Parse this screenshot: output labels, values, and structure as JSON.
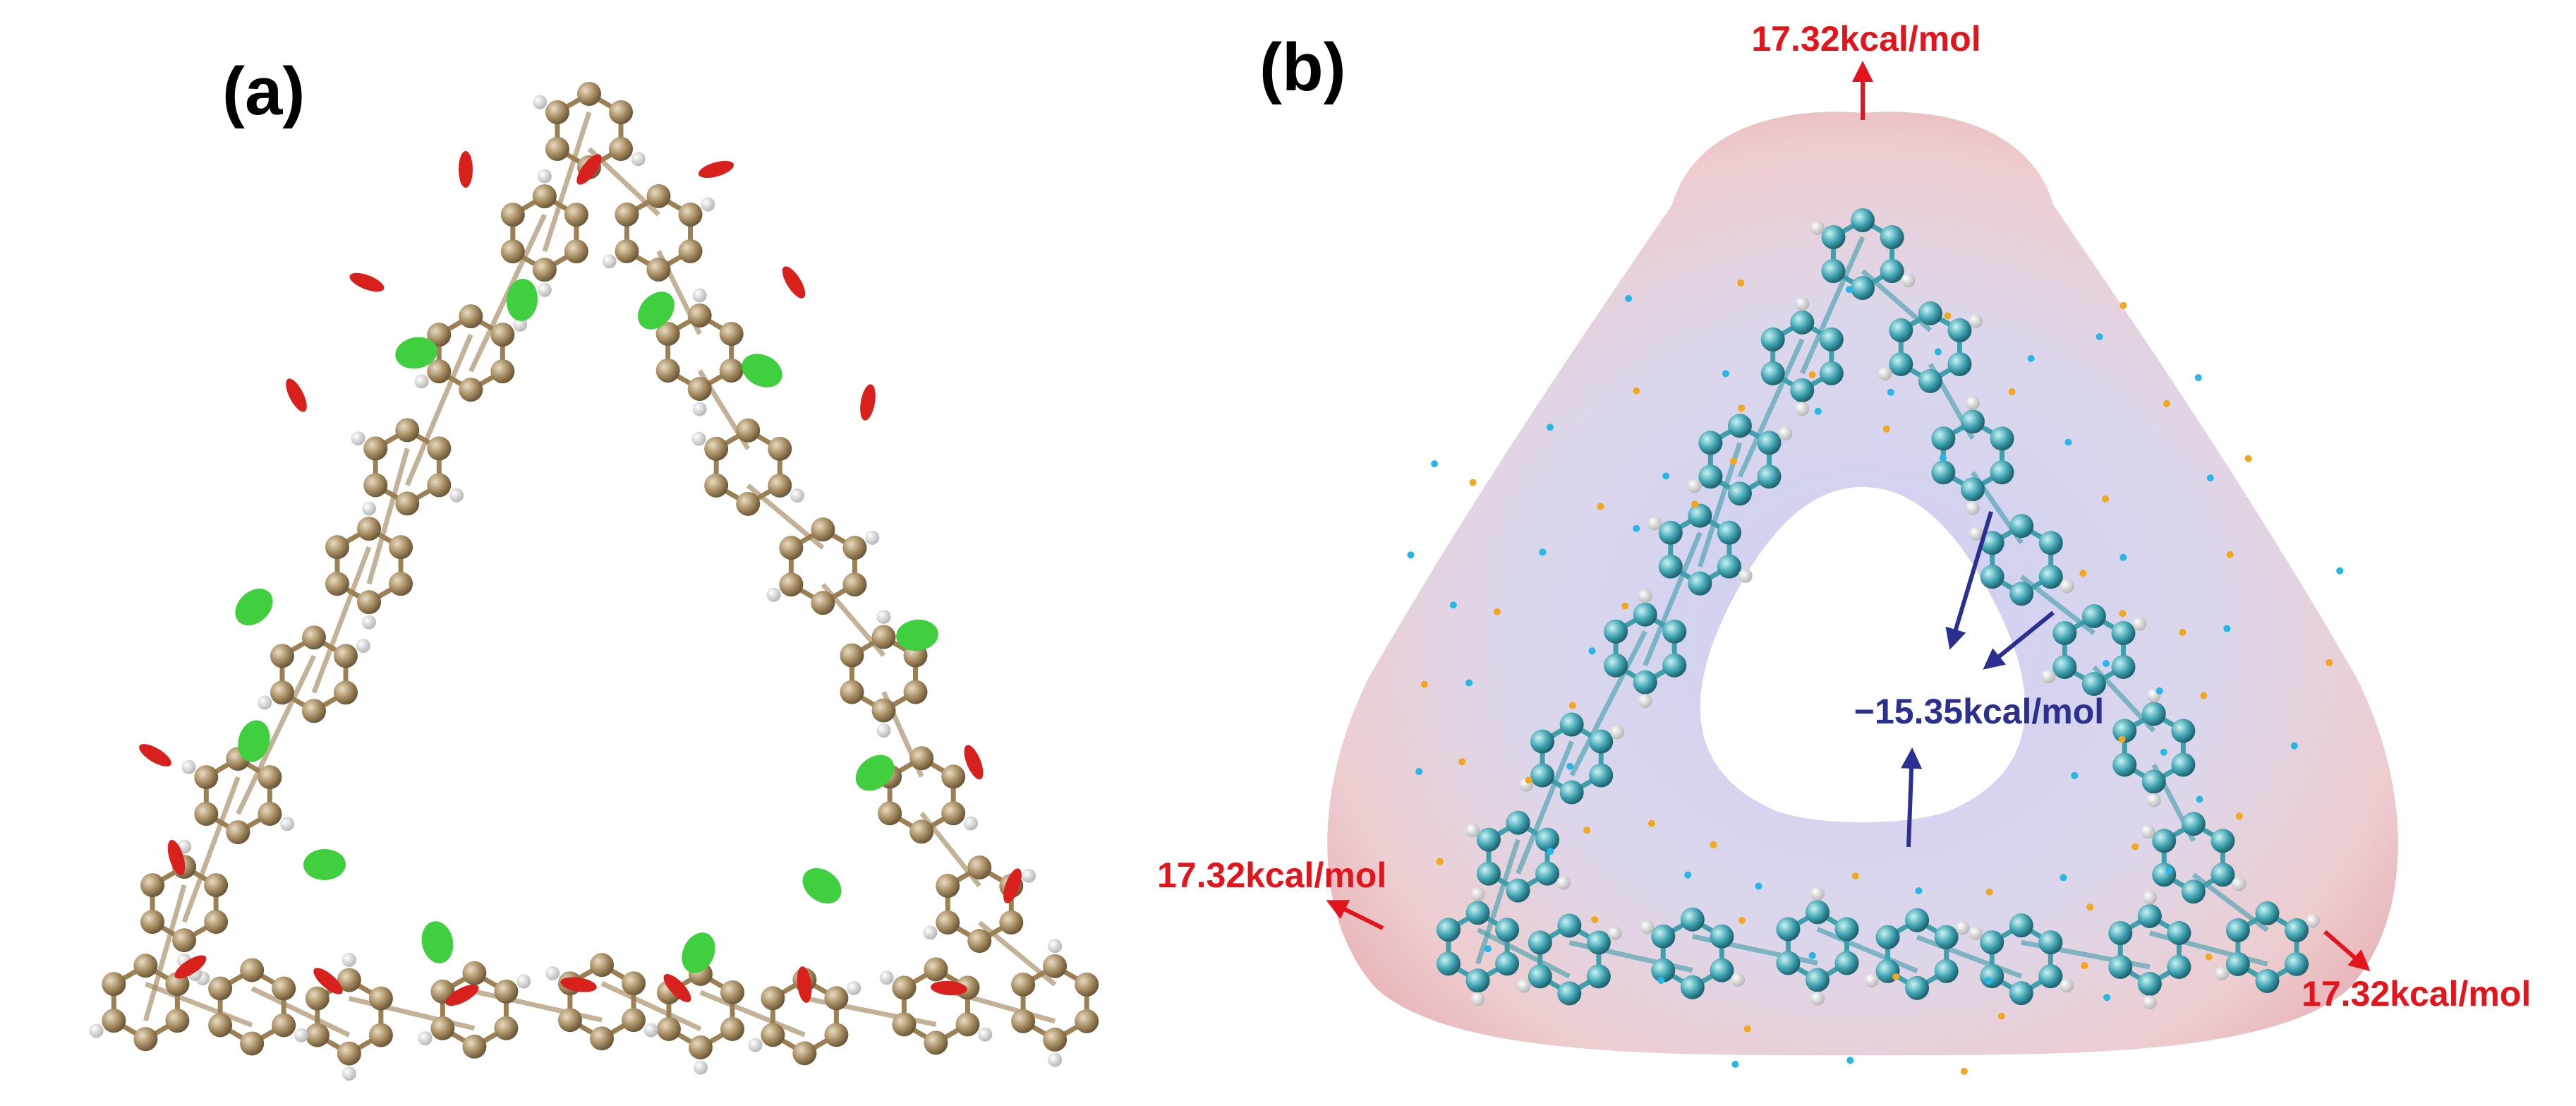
{
  "panels": {
    "a": {
      "label": "(a)"
    },
    "b": {
      "label": "(b)"
    }
  },
  "annotations": {
    "max_top": "17.32kcal/mol",
    "max_left": "17.32kcal/mol",
    "max_right": "17.32kcal/mol",
    "min_center": "−15.35kcal/mol"
  },
  "colors": {
    "positive_label": "#e3141b",
    "negative_label": "#2b2f8f",
    "carbon_a": "#a08a63",
    "bond_a": "#9c8055",
    "carbon_b": "#3a9aa6",
    "hydrogen": "#f2f2f2",
    "nci_red": "#d8201c",
    "nci_green": "#3fcf3f",
    "surface_blue": "#b6b9e6",
    "surface_red": "#e8b9b9"
  },
  "icons": {
    "molecule_a": "macrocycle-nci-isosurface-image",
    "molecule_b": "macrocycle-esp-surface-image"
  }
}
